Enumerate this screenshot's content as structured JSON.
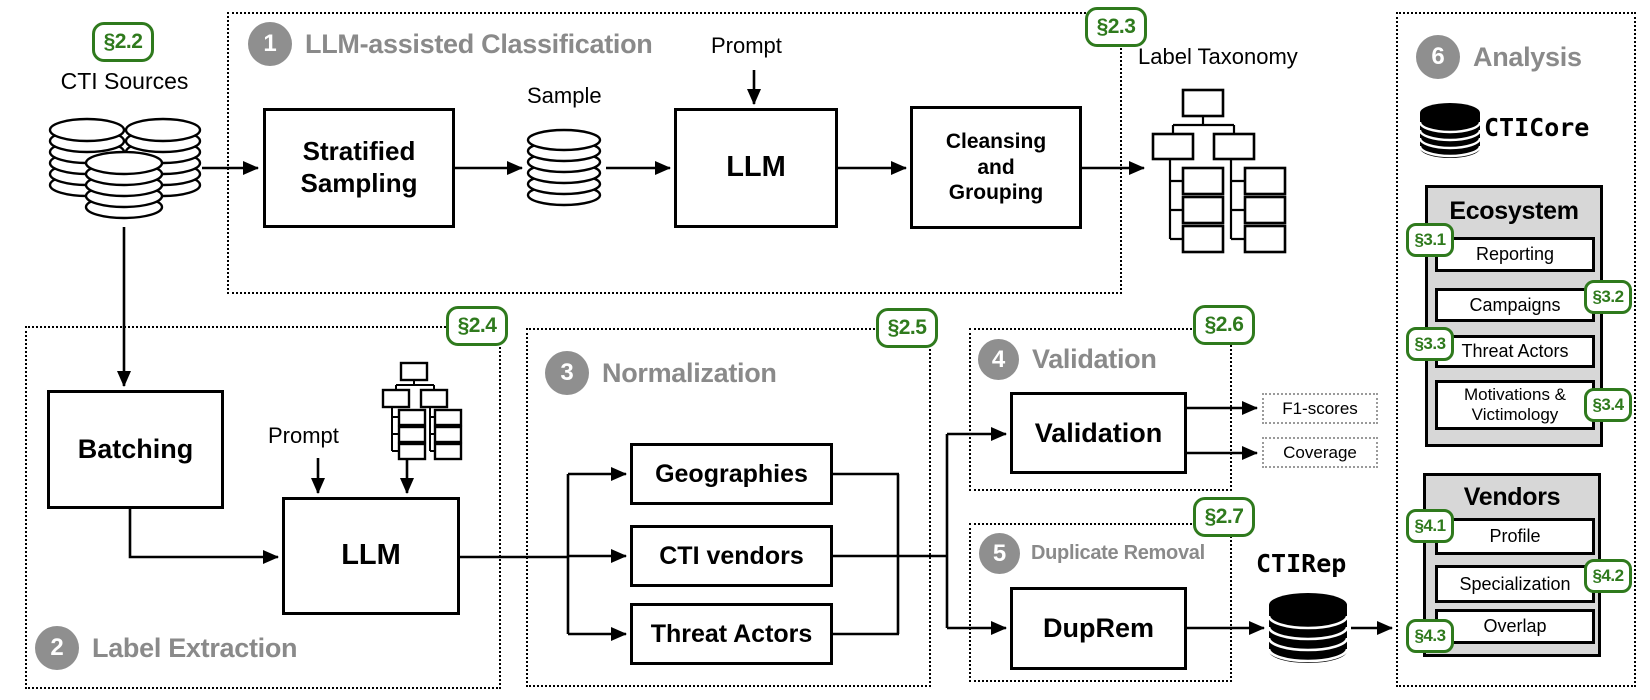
{
  "colors": {
    "badge_green": "#2f7a1d",
    "header_gray": "#8a8a8a",
    "panel_fill": "#d7d7d7"
  },
  "sources": {
    "badge": "§2.2",
    "label": "CTI Sources"
  },
  "p1": {
    "num": "1",
    "title": "LLM-assisted Classification",
    "badge": "§2.3",
    "stratified": "Stratified\nSampling",
    "sample": "Sample",
    "prompt": "Prompt",
    "llm": "LLM",
    "cleansing": "Cleansing\nand\nGrouping"
  },
  "taxonomy": {
    "label": "Label Taxonomy"
  },
  "p2": {
    "num": "2",
    "title": "Label Extraction",
    "badge": "§2.4",
    "batching": "Batching",
    "prompt": "Prompt",
    "llm": "LLM"
  },
  "p3": {
    "num": "3",
    "title": "Normalization",
    "badge": "§2.5",
    "boxes": [
      "Geographies",
      "CTI vendors",
      "Threat Actors"
    ]
  },
  "p4": {
    "num": "4",
    "title": "Validation",
    "badge": "§2.6",
    "box": "Validation",
    "out1": "F1-scores",
    "out2": "Coverage"
  },
  "p5": {
    "num": "5",
    "title": "Duplicate Removal",
    "badge": "§2.7",
    "box": "DupRem",
    "db": "CTIRep"
  },
  "p6": {
    "num": "6",
    "title": "Analysis",
    "db": "CTICore",
    "eco": {
      "title": "Ecosystem",
      "b1": "§3.1",
      "r1": "Reporting",
      "b2": "§3.2",
      "r2": "Campaigns",
      "b3": "§3.3",
      "r3": "Threat Actors",
      "b4": "§3.4",
      "r4": "Motivations &\nVictimology"
    },
    "ven": {
      "title": "Vendors",
      "b1": "§4.1",
      "r1": "Profile",
      "b2": "§4.2",
      "r2": "Specialization",
      "b3": "§4.3",
      "r3": "Overlap"
    }
  }
}
